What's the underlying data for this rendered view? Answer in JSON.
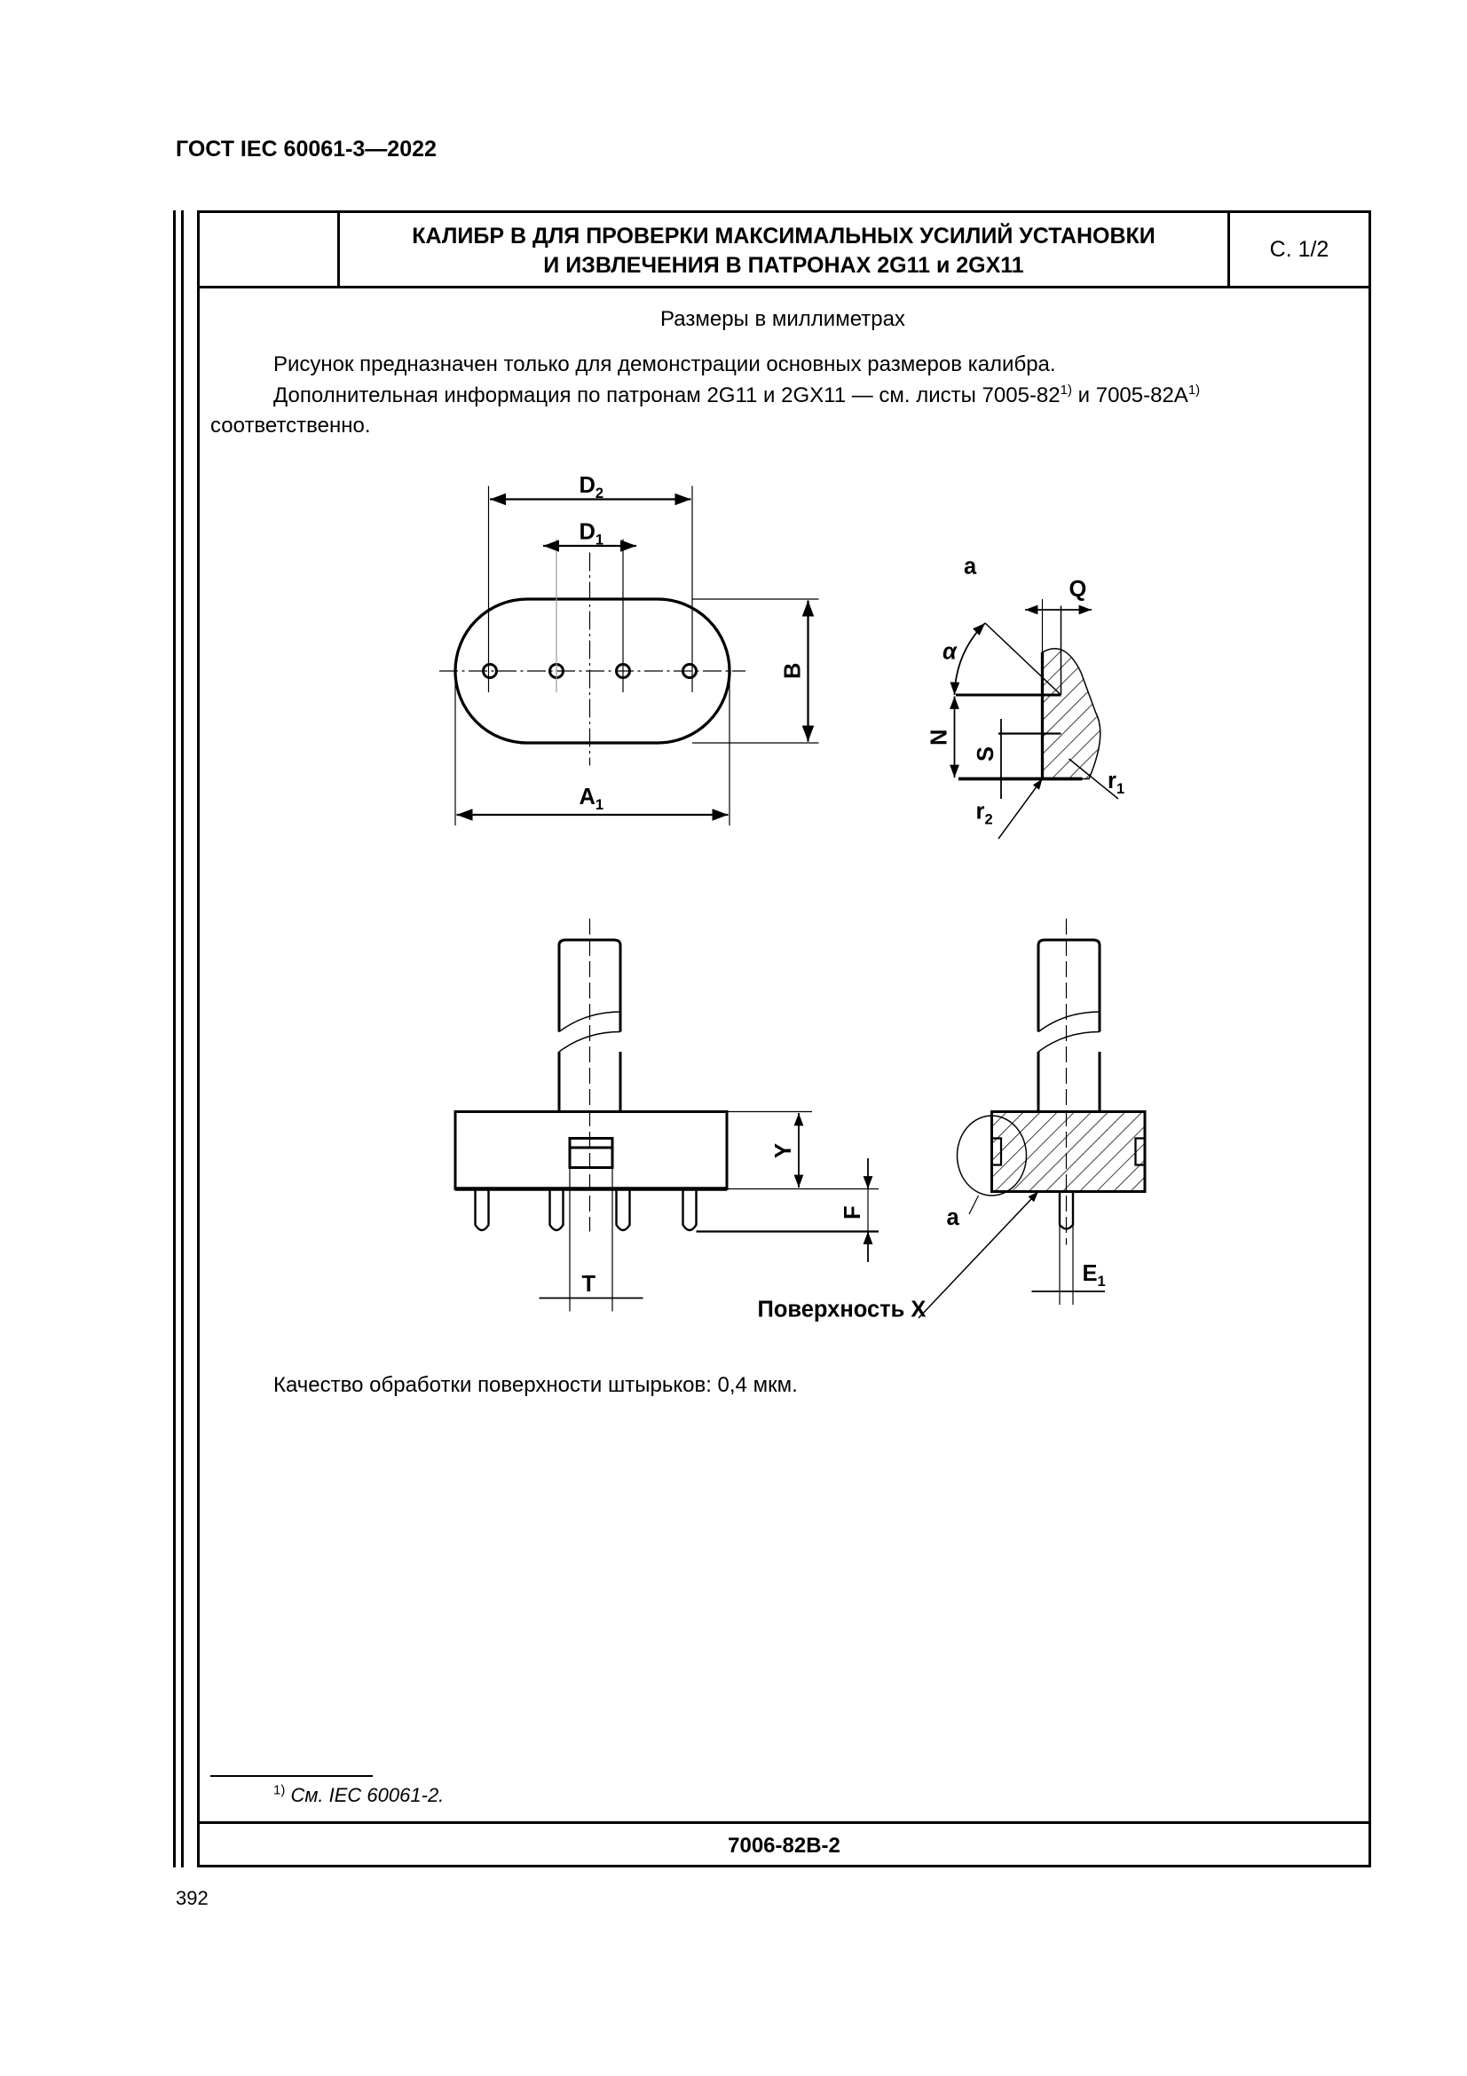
{
  "document_code": "ГОСТ IEC 60061-3—2022",
  "header": {
    "title_line1": "КАЛИБР В ДЛЯ ПРОВЕРКИ МАКСИМАЛЬНЫХ УСИЛИЙ УСТАНОВКИ",
    "title_line2": "И ИЗВЛЕЧЕНИЯ В ПАТРОНАХ 2G11 и 2GX11",
    "sheet": "С. 1/2"
  },
  "body": {
    "units_note": "Размеры в миллиметрах",
    "para1": "Рисунок предназначен только для демонстрации основных размеров калибра.",
    "para2_a": "Дополнительная информация по патронам 2G11 и 2GX11 — см. листы 7005-82",
    "para2_sup1": "1)",
    "para2_b": " и 7005-82A",
    "para2_sup2": "1)",
    "para2_c": "соответственно.",
    "surface_note": "Качество обработки поверхности штырьков: 0,4 мкм."
  },
  "drawing": {
    "labels": {
      "D2": "D",
      "D2_sub": "2",
      "D1": "D",
      "D1_sub": "1",
      "B": "B",
      "A1": "A",
      "A1_sub": "1",
      "detail_a": "a",
      "Q": "Q",
      "alpha": "α",
      "N": "N",
      "S": "S",
      "r1": "r",
      "r1_sub": "1",
      "r2": "r",
      "r2_sub": "2",
      "Y": "Y",
      "F": "F",
      "T": "T",
      "a_callout": "a",
      "E1": "E",
      "E1_sub": "1",
      "surface_x": "Поверхность X"
    }
  },
  "footnote": {
    "mark": "1)",
    "text": " См. IEC 60061-2."
  },
  "footer": {
    "sheet_code": "7006-82B-2"
  },
  "page_number": "392"
}
